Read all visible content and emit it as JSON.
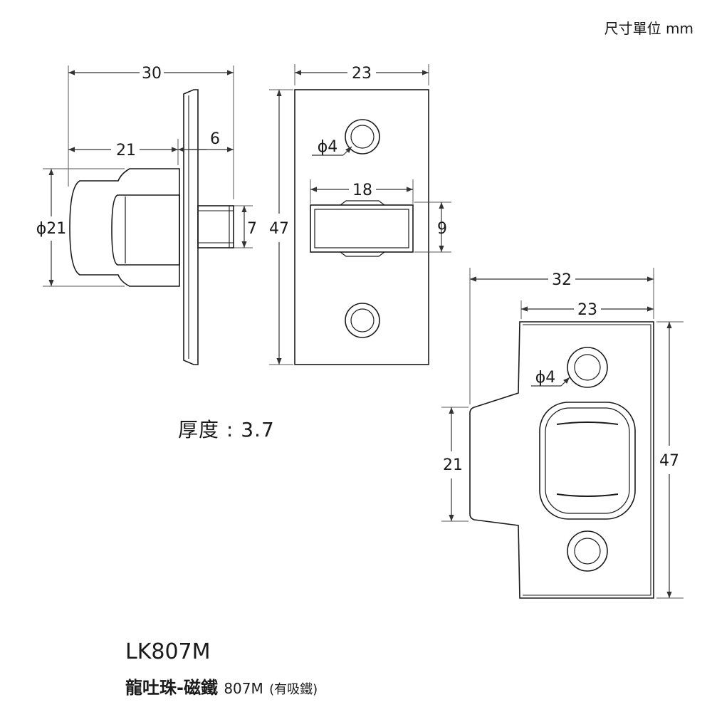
{
  "header": {
    "units_note": "尺寸單位 mm"
  },
  "side_view": {
    "dim_total_length": "30",
    "dim_body_length": "21",
    "dim_plate_projection": "6",
    "dim_diameter": "ϕ21",
    "dim_bolt_height": "7"
  },
  "front_plate": {
    "dim_width": "23",
    "dim_height": "47",
    "dim_hole": "ϕ4",
    "dim_slot_width": "18",
    "dim_slot_height": "9"
  },
  "strike_plate": {
    "dim_total_width": "32",
    "dim_plate_width": "23",
    "dim_height": "47",
    "dim_lip_height": "21",
    "dim_hole": "ϕ4"
  },
  "notes": {
    "thickness": "厚度 : 3.7"
  },
  "product": {
    "model": "LK807M",
    "name": "龍吐珠-磁鐵",
    "code": "807M",
    "variant": "(有吸鐵)"
  }
}
